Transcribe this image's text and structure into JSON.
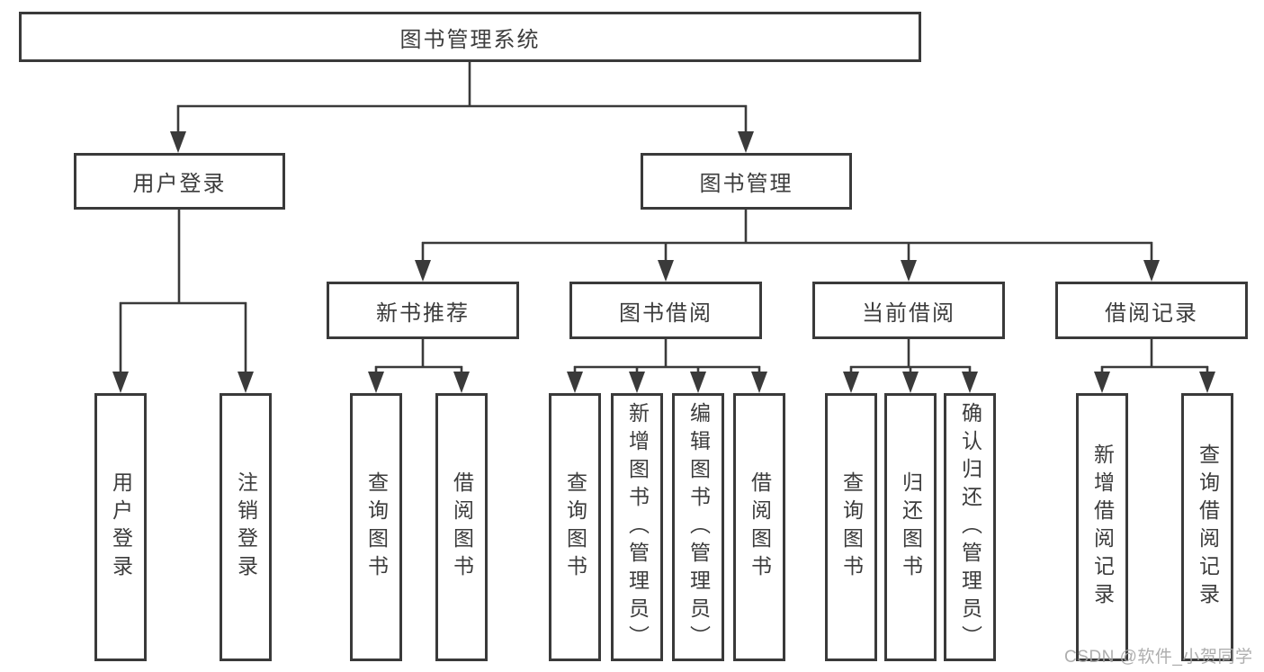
{
  "diagram_title": "图书管理系统",
  "tree": {
    "root": {
      "label": "图书管理系统",
      "children": [
        {
          "label": "用户登录",
          "children": [
            {
              "label": "用户登录"
            },
            {
              "label": "注销登录"
            }
          ]
        },
        {
          "label": "图书管理",
          "children": [
            {
              "label": "新书推荐",
              "children": [
                {
                  "label": "查询图书"
                },
                {
                  "label": "借阅图书"
                }
              ]
            },
            {
              "label": "图书借阅",
              "children": [
                {
                  "label": "查询图书"
                },
                {
                  "label": "新增图书（管理员）"
                },
                {
                  "label": "编辑图书（管理员）"
                },
                {
                  "label": "借阅图书"
                }
              ]
            },
            {
              "label": "当前借阅",
              "children": [
                {
                  "label": "查询图书"
                },
                {
                  "label": "归还图书"
                },
                {
                  "label": "确认归还（管理员）"
                }
              ]
            },
            {
              "label": "借阅记录",
              "children": [
                {
                  "label": "新增借阅记录"
                },
                {
                  "label": "查询借阅记录"
                }
              ]
            }
          ]
        }
      ]
    }
  },
  "colors": {
    "line": "#3a3a3a",
    "box_border": "#3a3a3a",
    "text": "#3c3c3c",
    "watermark": "#a5a5a5",
    "background": "#ffffff"
  },
  "watermark": "CSDN @软件_小贺同学"
}
